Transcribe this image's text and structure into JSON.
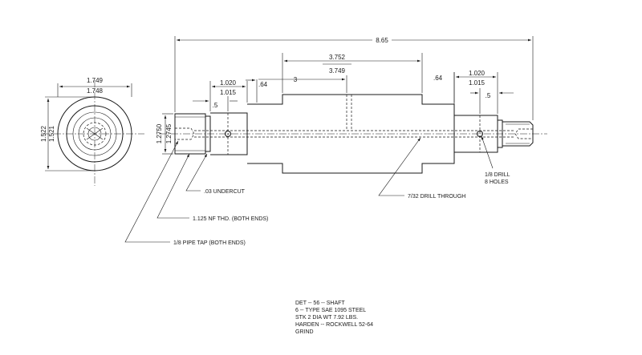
{
  "dimensions": {
    "overall_length": "8.65",
    "center_upper": "3.752",
    "center_lower": "3.749",
    "center_offset": "3",
    "left_shoulder": ".64",
    "right_shoulder": ".64",
    "left_bearing_upper": "1.020",
    "left_bearing_lower": "1.015",
    "left_hole_offset": ".5",
    "right_bearing_upper": "1.020",
    "right_bearing_lower": "1.015",
    "right_hole_offset": ".5",
    "end_dia_upper": "1.2750",
    "end_dia_lower": "1.2745",
    "end_view_width_upper": "1.749",
    "end_view_width_lower": "1.748",
    "end_view_height_upper": "1.522",
    "end_view_height_lower": "1.521"
  },
  "notes": {
    "undercut": ".03 UNDERCUT",
    "thread": "1.125 NF THD. (BOTH ENDS)",
    "pipe_tap": "1/8 PIPE TAP (BOTH ENDS)",
    "drill_through": "7/32 DRILL THROUGH",
    "drill_line1": "1/8 DRILL",
    "drill_line2": "8 HOLES"
  },
  "title_block": {
    "line1": "DET -- 56 -- SHAFT",
    "line2": "6 -- TYPE SAE 1095 STEEL",
    "line3": "STK 2 DIA WT 7.92 LBS.",
    "line4": "HARDEN -- ROCKWELL 52-64",
    "line5": "GRIND"
  }
}
